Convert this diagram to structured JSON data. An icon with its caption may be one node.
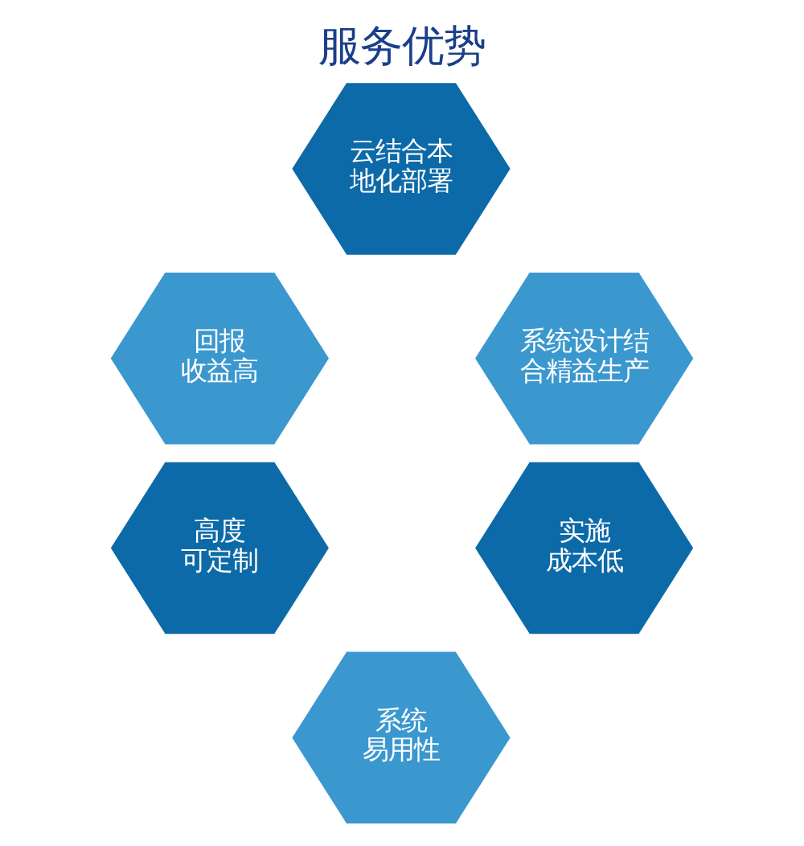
{
  "diagram": {
    "title": "服务优势",
    "nodes": [
      {
        "text": [
          "云结合本地化部署"
        ]
      },
      {
        "text": [
          "回报收益高"
        ]
      },
      {
        "text": [
          "系统设计结合精益生产"
        ]
      },
      {
        "text": [
          "高度可定制"
        ]
      },
      {
        "text": [
          "实施成本低"
        ]
      },
      {
        "text": [
          "系统易用性"
        ]
      }
    ]
  }
}
